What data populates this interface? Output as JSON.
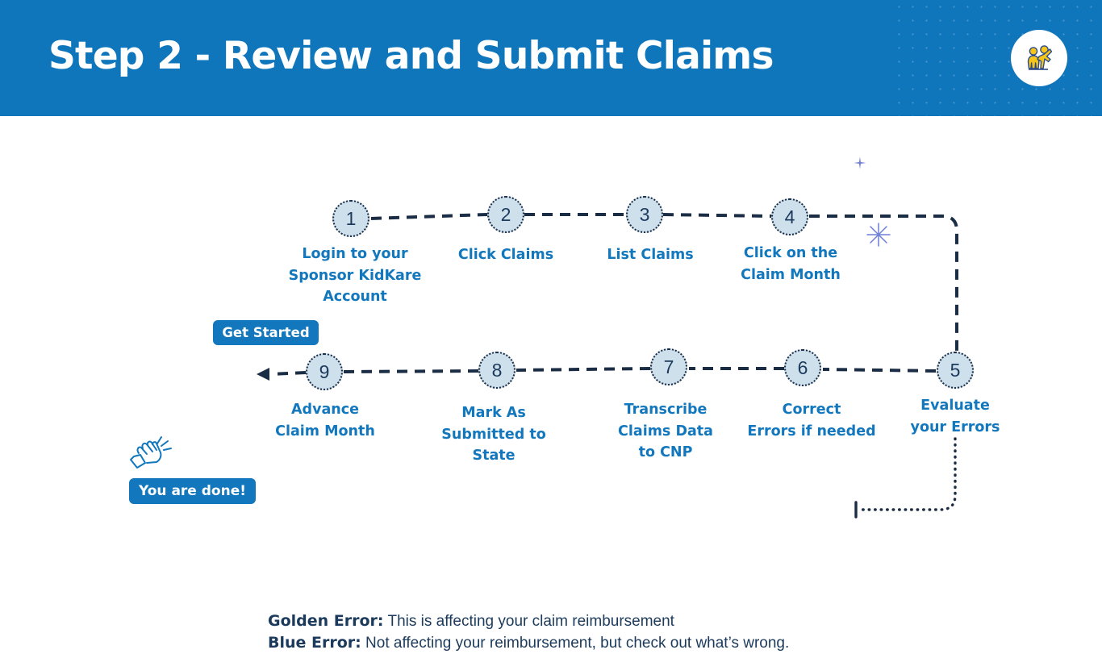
{
  "header": {
    "title": "Step 2 - Review and Submit Claims",
    "bg_color": "#0f76bc",
    "logo_name": "kidkare-children-logo"
  },
  "colors": {
    "brand_blue": "#1277bc",
    "header_blue": "#0f76bc",
    "node_fill": "#cfe0ed",
    "node_number": "#1b3a5c",
    "line_dark": "#1b2d45",
    "sparkle": "#6b7fd7",
    "logo_yellow": "#f5c518"
  },
  "badges": {
    "start": "Get Started",
    "done": "You are done!"
  },
  "steps": [
    {
      "number": "1",
      "label": "Login to your\nSponsor KidKare\nAccount"
    },
    {
      "number": "2",
      "label": "Click Claims"
    },
    {
      "number": "3",
      "label": "List Claims"
    },
    {
      "number": "4",
      "label": "Click on the\nClaim Month"
    },
    {
      "number": "5",
      "label": "Evaluate\nyour Errors"
    },
    {
      "number": "6",
      "label": "Correct\nErrors if needed"
    },
    {
      "number": "7",
      "label": "Transcribe\nClaims Data\nto CNP"
    },
    {
      "number": "8",
      "label": "Mark As\nSubmitted to\nState"
    },
    {
      "number": "9",
      "label": "Advance\nClaim Month"
    }
  ],
  "legend": [
    {
      "term": "Golden Error:",
      "text": " This is affecting your claim reimbursement"
    },
    {
      "term": "Blue Error:",
      "text": " Not affecting your reimbursement, but check out what’s wrong."
    }
  ],
  "decorations": {
    "clap_icon": "clapping-hands-icon",
    "sparkle_small": "sparkle-icon",
    "sparkle_large": "starburst-icon"
  }
}
